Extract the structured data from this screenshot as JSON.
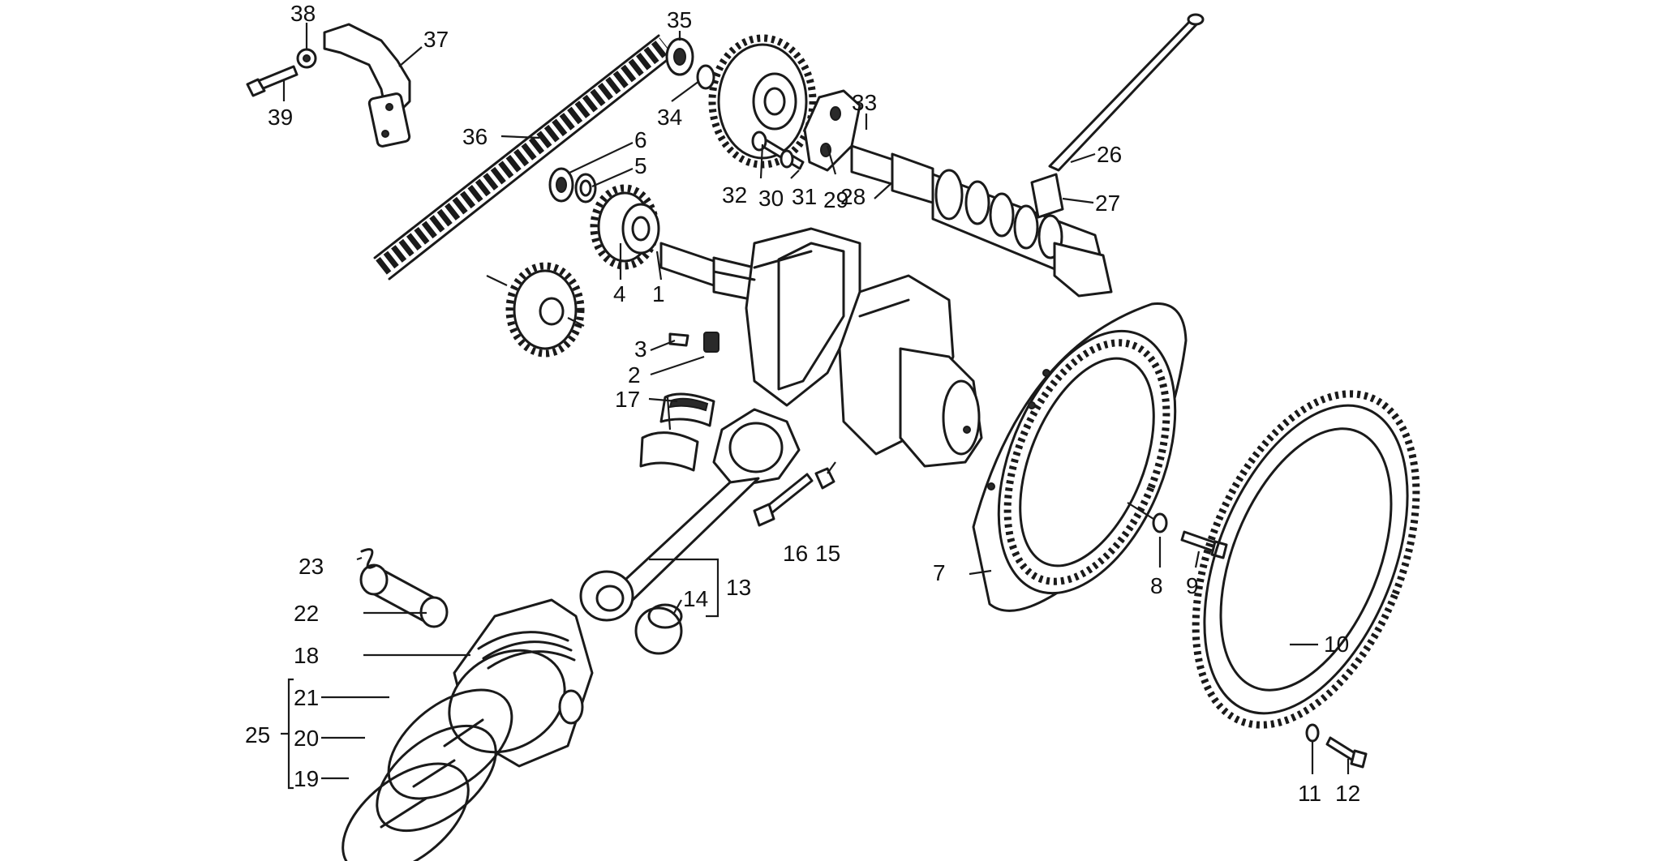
{
  "callouts": {
    "c1": "1",
    "c2": "2",
    "c3": "3",
    "c4": "4",
    "c5": "5",
    "c6": "6",
    "c7": "7",
    "c8": "8",
    "c9": "9",
    "c10": "10",
    "c11": "11",
    "c12": "12",
    "c13": "13",
    "c14": "14",
    "c15": "15",
    "c16": "16",
    "c17": "17",
    "c18": "18",
    "c19": "19",
    "c20": "20",
    "c21": "21",
    "c22": "22",
    "c23": "23",
    "c25": "25",
    "c26": "26",
    "c27": "27",
    "c28": "28",
    "c29": "29",
    "c30": "30",
    "c31": "31",
    "c32": "32",
    "c33": "33",
    "c34": "34",
    "c35": "35",
    "c36": "36",
    "c37": "37",
    "c38": "38",
    "c39": "39"
  }
}
